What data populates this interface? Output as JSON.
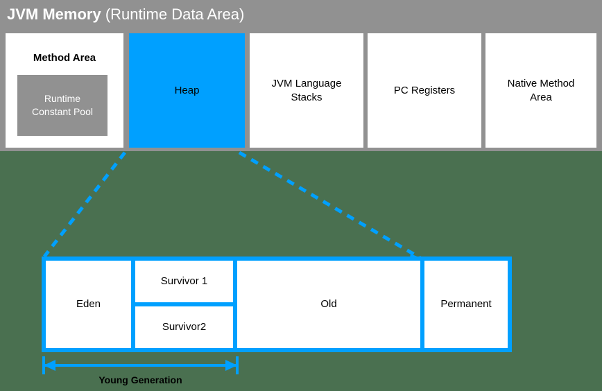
{
  "diagram": {
    "title_strong": "JVM Memory",
    "title_light": " (Runtime Data Area)"
  },
  "runtime_data_area": {
    "regions": [
      {
        "name": "method-area",
        "label": "Method Area",
        "nested": {
          "name": "runtime-constant-pool",
          "label": "Runtime\nConstant Pool"
        }
      },
      {
        "name": "heap",
        "label": "Heap"
      },
      {
        "name": "jvm-language-stacks",
        "label": "JVM Language\nStacks"
      },
      {
        "name": "pc-registers",
        "label": "PC Registers"
      },
      {
        "name": "native-method-area",
        "label": "Native Method\nArea"
      }
    ]
  },
  "heap_detail": {
    "generations": [
      {
        "name": "eden",
        "label": "Eden"
      },
      {
        "name": "survivor-1",
        "label": "Survivor 1"
      },
      {
        "name": "survivor-2",
        "label": "Survivor2"
      },
      {
        "name": "old",
        "label": "Old"
      },
      {
        "name": "permanent",
        "label": "Permanent"
      }
    ],
    "measure_label": "Young Generation"
  },
  "colors": {
    "heap_blue": "#00a0ff",
    "panel_gray": "#919191",
    "canvas_green": "#4a7050",
    "box_white": "#ffffff",
    "text_black": "#000000",
    "text_white": "#ffffff"
  }
}
